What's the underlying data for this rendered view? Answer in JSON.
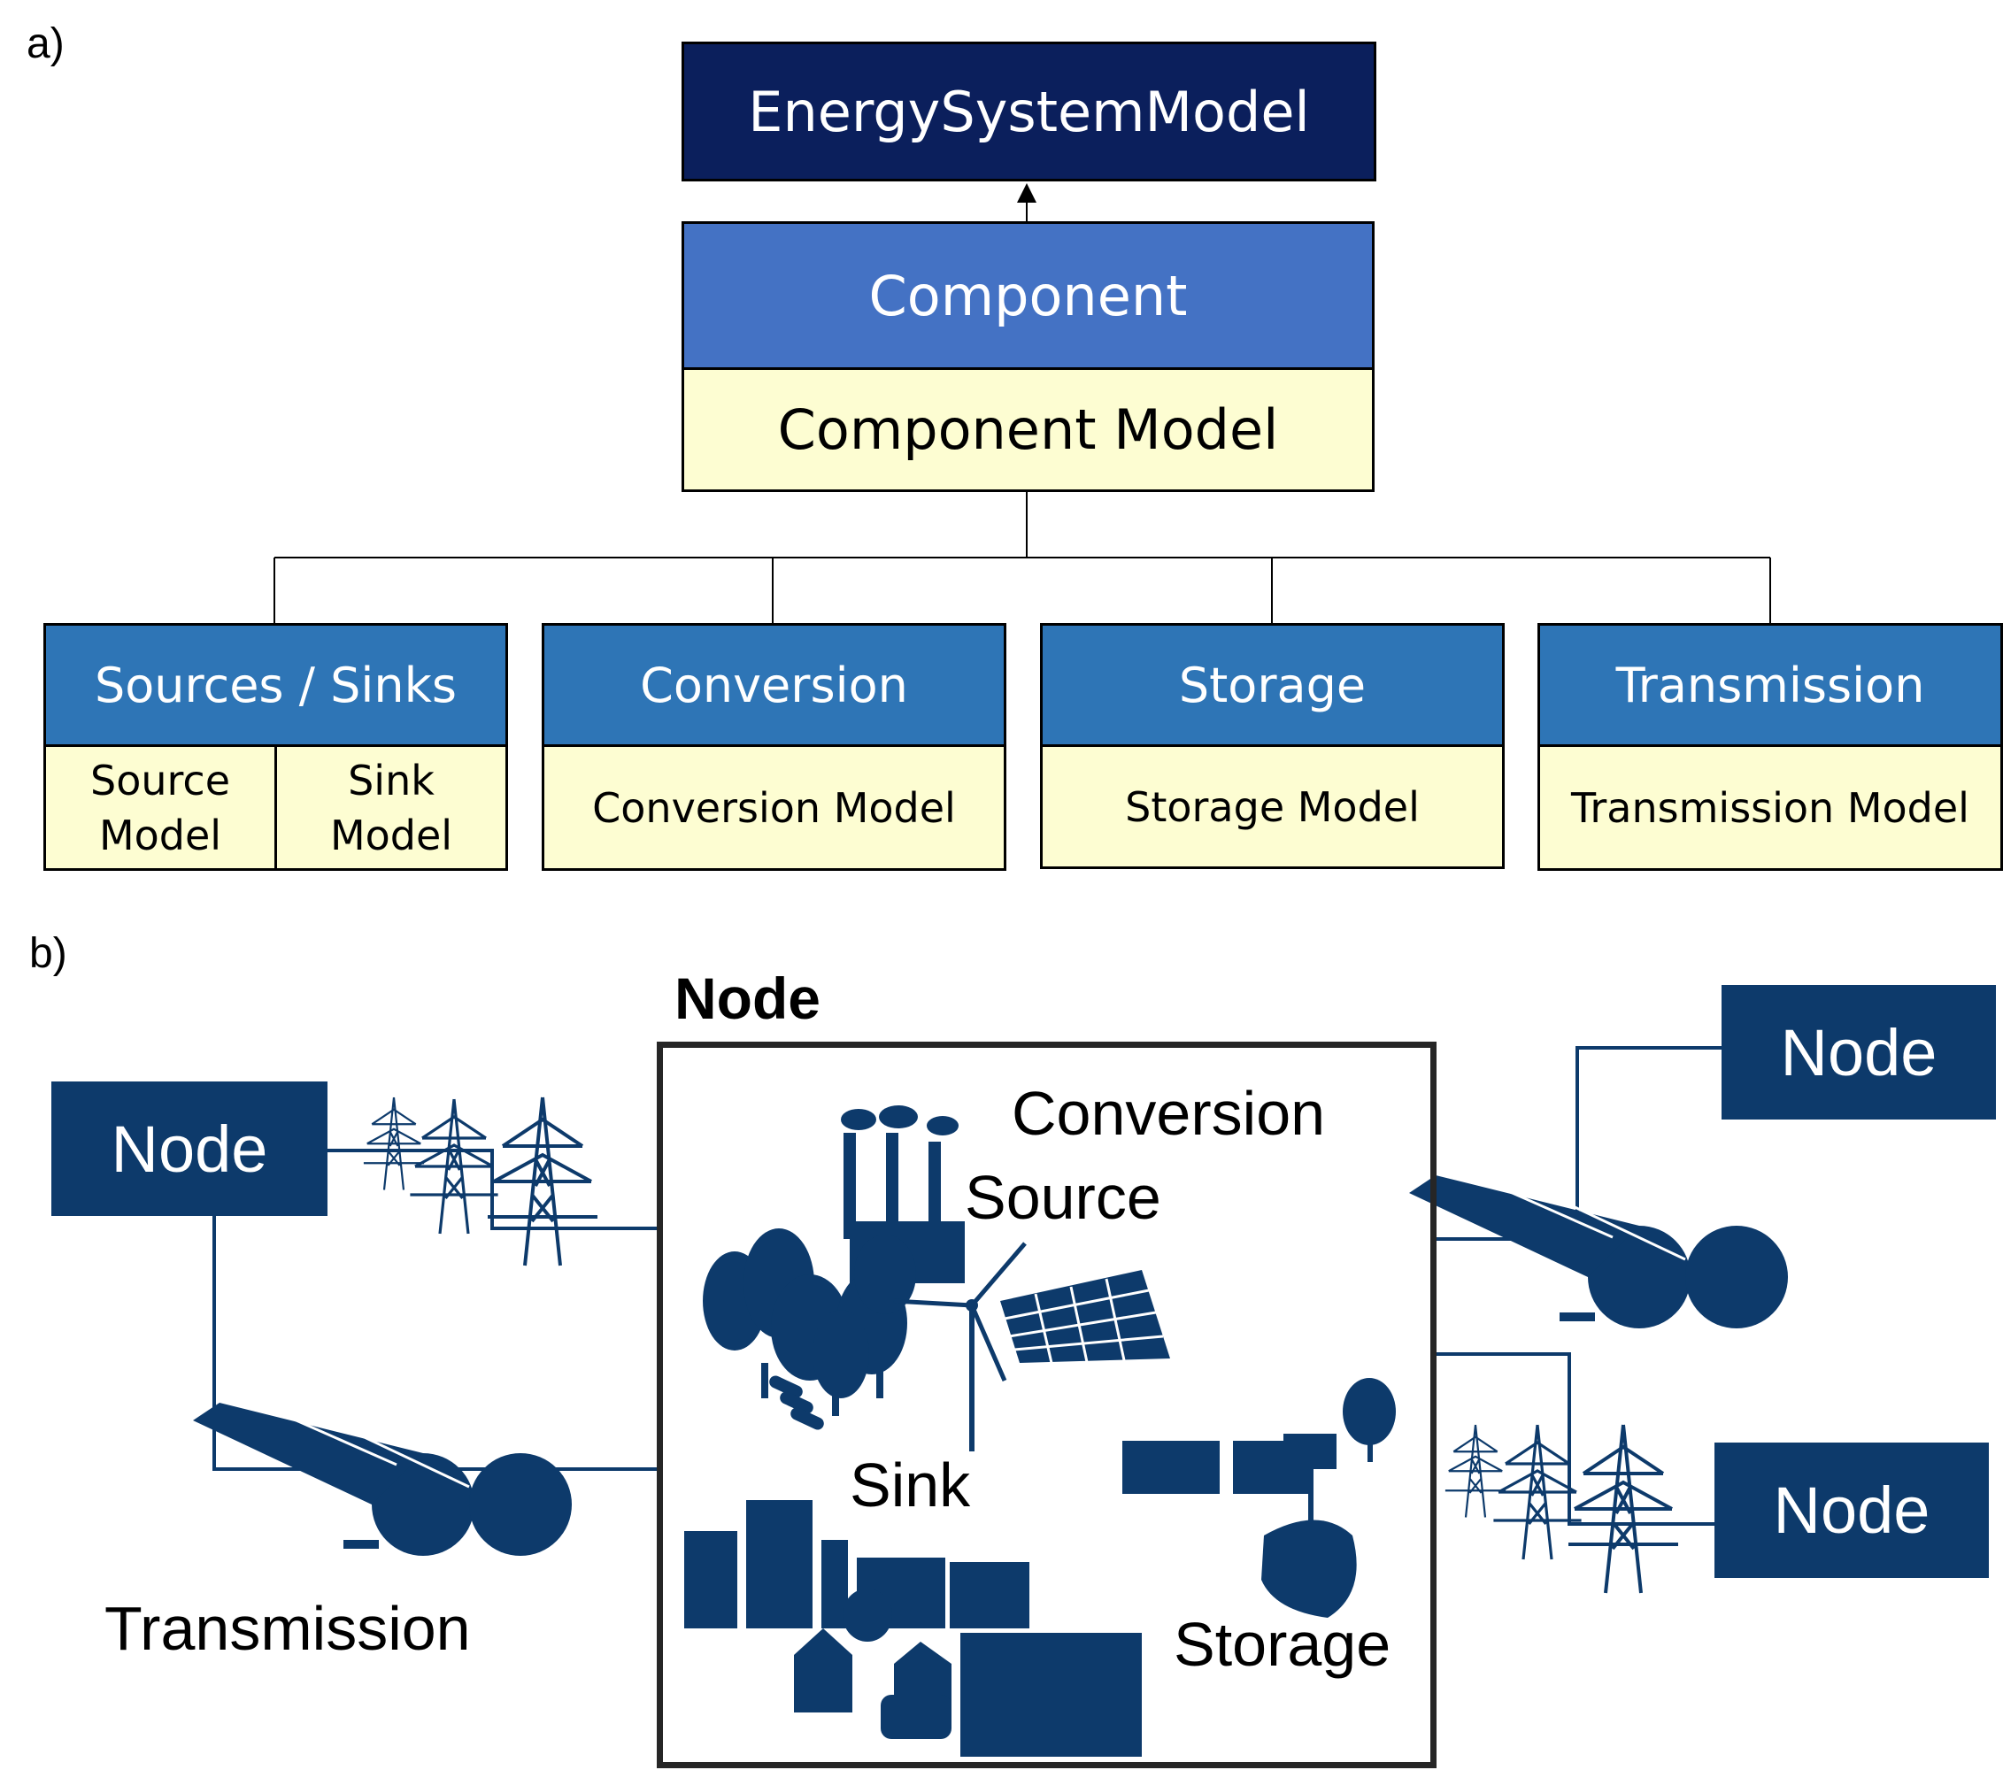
{
  "panel_a": {
    "label": "a)",
    "top": "EnergySystemModel",
    "component": "Component",
    "component_model": "Component Model",
    "categories": [
      {
        "title": "Sources / Sinks",
        "models": [
          "Source\nModel",
          "Sink\nModel"
        ]
      },
      {
        "title": "Conversion",
        "models": [
          "Conversion Model"
        ]
      },
      {
        "title": "Storage",
        "models": [
          "Storage Model"
        ]
      },
      {
        "title": "Transmission",
        "models": [
          "Transmission Model"
        ]
      }
    ]
  },
  "panel_b": {
    "label": "b)",
    "center_title": "Node",
    "center_labels": {
      "conversion": "Conversion",
      "source": "Source",
      "sink": "Sink",
      "storage": "Storage"
    },
    "nodes": [
      "Node",
      "Node",
      "Node"
    ],
    "transmission_label": "Transmission"
  },
  "colors": {
    "navy": "#0b1f5c",
    "component_blue": "#4472c4",
    "category_blue": "#2e75b6",
    "model_cream": "#fdfdd2",
    "node_blue": "#0d3a6b"
  }
}
